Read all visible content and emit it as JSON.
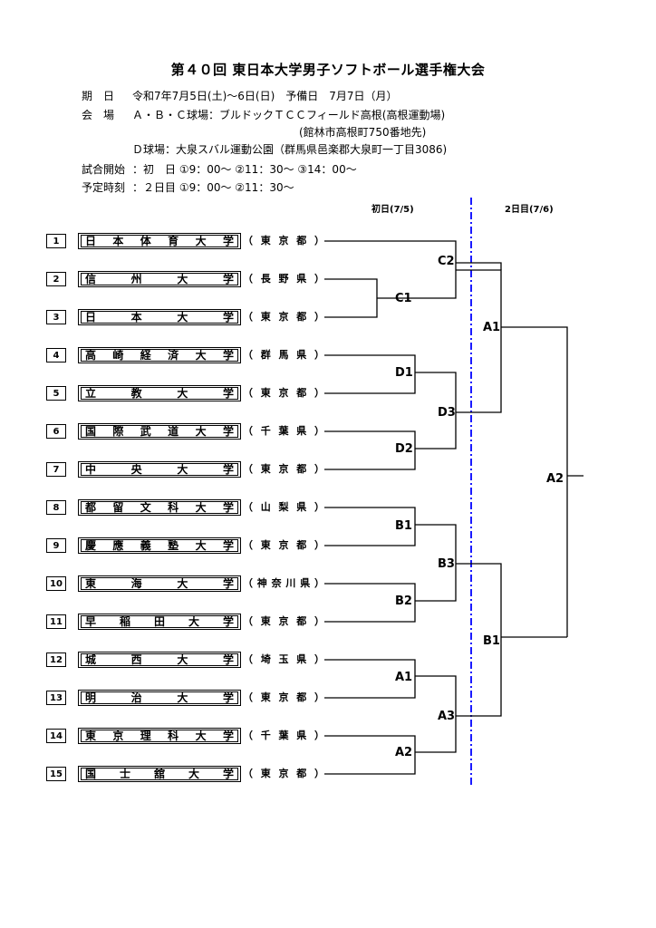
{
  "title": "第４０回 東日本大学男子ソフトボール選手権大会",
  "info": {
    "dates_label": "期　日",
    "dates_value": "令和7年7月5日(土)～6日(日)　予備日　7月7日（月）",
    "venue_label": "会　場",
    "venue_abc": "Ａ・Ｂ・Ｃ球場：ブルドックＴＣＣフィールド高根(高根運動場)",
    "venue_abc_address": "(館林市高根町750番地先)",
    "venue_d": "Ｄ球場：大泉スバル運動公園（群馬県邑楽郡大泉町一丁目3086)",
    "start_label": "試合開始",
    "start_value": "：初　日 ①9：00～ ②11：30～ ③14：00～",
    "plan_label": "予定時刻",
    "plan_value": "：２日目 ①9：00～ ②11：30～"
  },
  "day_labels": {
    "day1": "初日(7/5)",
    "day2": "2日目(7/6)"
  },
  "teams": [
    {
      "num": "1",
      "name": "日本体育大学",
      "pref": "東京都"
    },
    {
      "num": "2",
      "name": "信州大学",
      "pref": "長野県"
    },
    {
      "num": "3",
      "name": "日本大学",
      "pref": "東京都"
    },
    {
      "num": "4",
      "name": "高崎経済大学",
      "pref": "群馬県"
    },
    {
      "num": "5",
      "name": "立教大学",
      "pref": "東京都"
    },
    {
      "num": "6",
      "name": "国際武道大学",
      "pref": "千葉県"
    },
    {
      "num": "7",
      "name": "中央大学",
      "pref": "東京都"
    },
    {
      "num": "8",
      "name": "都留文科大学",
      "pref": "山梨県"
    },
    {
      "num": "9",
      "name": "慶應義塾大学",
      "pref": "東京都"
    },
    {
      "num": "10",
      "name": "東海大学",
      "pref": "神奈川県"
    },
    {
      "num": "11",
      "name": "早稲田大学",
      "pref": "東京都"
    },
    {
      "num": "12",
      "name": "城西大学",
      "pref": "埼玉県"
    },
    {
      "num": "13",
      "name": "明治大学",
      "pref": "東京都"
    },
    {
      "num": "14",
      "name": "東京理科大学",
      "pref": "千葉県"
    },
    {
      "num": "15",
      "name": "国士舘大学",
      "pref": "東京都"
    }
  ],
  "matches": {
    "C2": "C2",
    "C1": "C1",
    "D1": "D1",
    "D3": "D3",
    "D2": "D2",
    "B1a": "B1",
    "B3": "B3",
    "B2": "B2",
    "A1a": "A1",
    "A3": "A3",
    "A2a": "A2",
    "A1b": "A1",
    "B1b": "B1",
    "A2b": "A2"
  },
  "colors": {
    "divider": "#1a1aff"
  }
}
